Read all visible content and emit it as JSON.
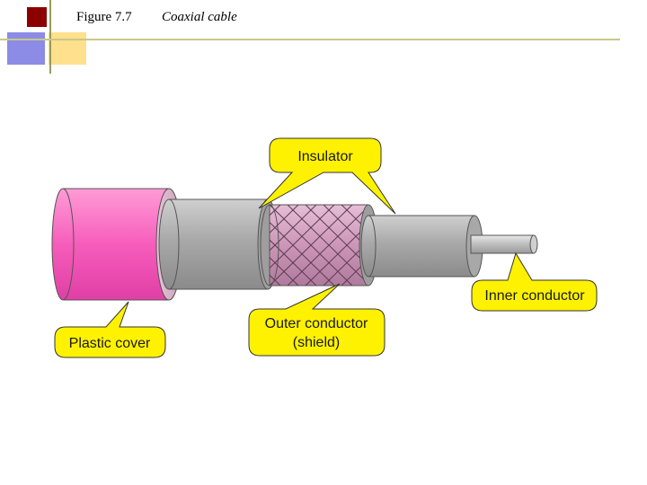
{
  "header": {
    "figure_number": "Figure 7.7",
    "caption": "Coaxial cable"
  },
  "diagram": {
    "labels": {
      "insulator": "Insulator",
      "inner_conductor": "Inner conductor",
      "outer_conductor_line1": "Outer conductor",
      "outer_conductor_line2": "(shield)",
      "plastic_cover": "Plastic cover"
    },
    "colors": {
      "callout_fill": "#fff200",
      "plastic_cover": "#f178c6",
      "insulator": "#a9a9a9",
      "shield": "#d6a7c4",
      "inner_conductor": "#bfbfbf",
      "header_accent": "#8b0000"
    }
  }
}
